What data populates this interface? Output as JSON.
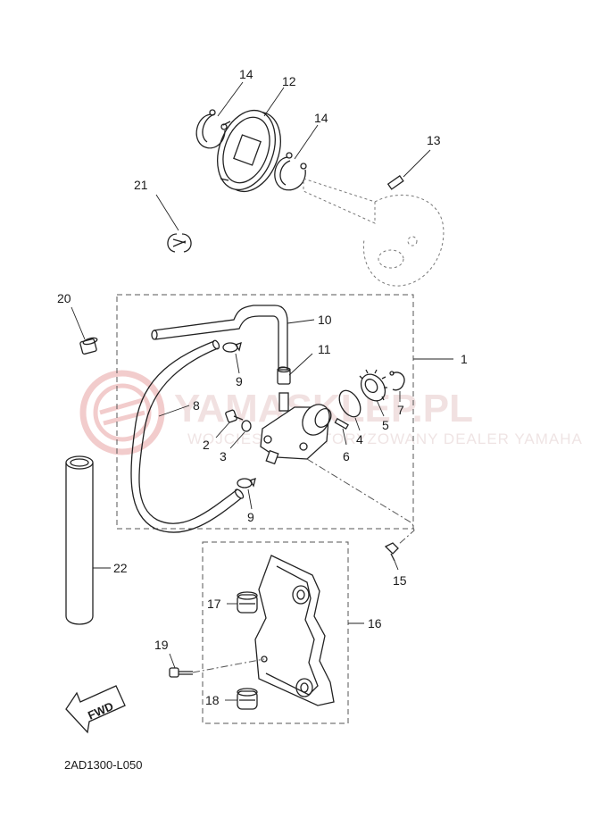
{
  "watermark": {
    "brand": "YAMASKLEP.PL",
    "tagline": "WOJCIESZEK AUTORYZOWANY DEALER YAMAHA",
    "color": "#e06a6a"
  },
  "diagram_code": "2AD1300-L050",
  "fwd_label": "FWD",
  "callouts": {
    "c1": "1",
    "c2": "2",
    "c3": "3",
    "c4": "4",
    "c5": "5",
    "c6": "6",
    "c7": "7",
    "c8": "8",
    "c9a": "9",
    "c9b": "9",
    "c10": "10",
    "c11": "11",
    "c12": "12",
    "c13": "13",
    "c14a": "14",
    "c14b": "14",
    "c15": "15",
    "c16": "16",
    "c17": "17",
    "c18": "18",
    "c19": "19",
    "c20": "20",
    "c21": "21",
    "c22": "22"
  }
}
